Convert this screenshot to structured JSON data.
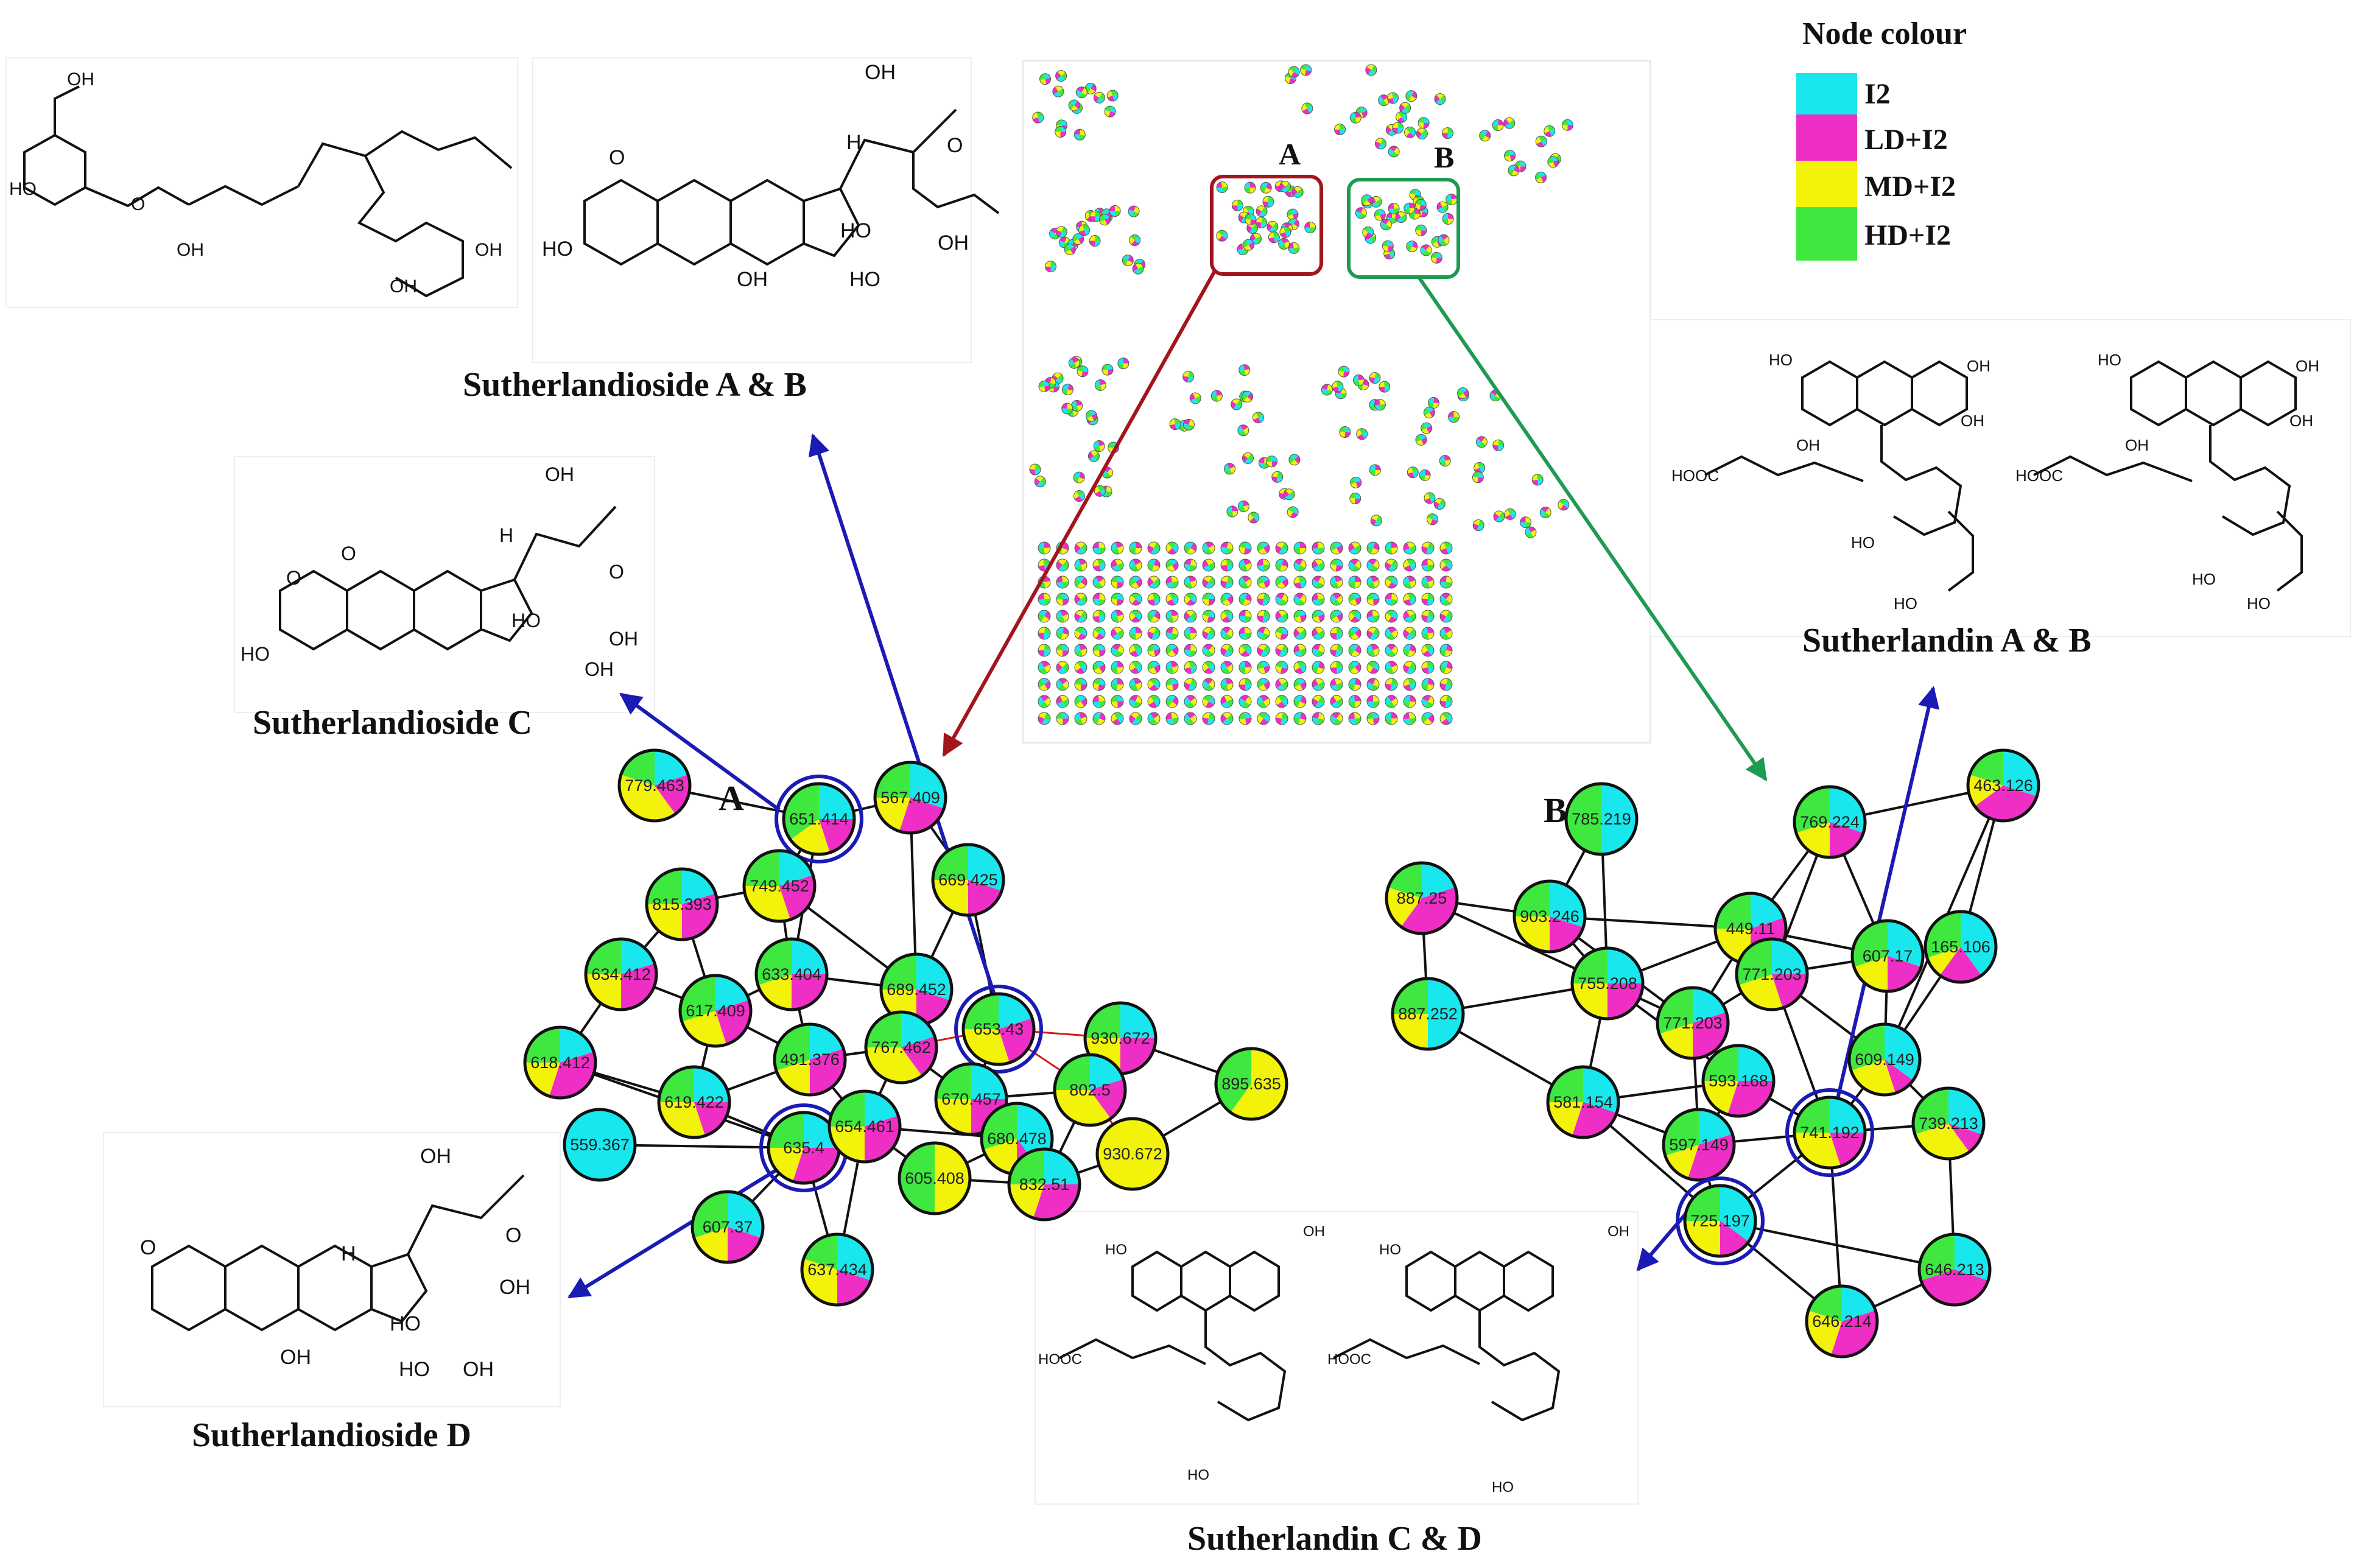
{
  "legend": {
    "title": "Node colour",
    "items": [
      {
        "label": "I2",
        "color": "#18e8ee"
      },
      {
        "label": "LD+I2",
        "color": "#ee2ec4"
      },
      {
        "label": "MD+I2",
        "color": "#f3f30a"
      },
      {
        "label": "HD+I2",
        "color": "#3fe83f"
      }
    ]
  },
  "overview": {
    "box_a_label": "A",
    "box_b_label": "B",
    "box_a_color": "#a3151c",
    "box_b_color": "#1e9a52"
  },
  "cluster_a": {
    "label": "A",
    "nodes": [
      {
        "id": "a1",
        "label": "779.463",
        "fr": [
          0.2,
          0.2,
          0.4,
          0.2
        ]
      },
      {
        "id": "a2",
        "label": "651.414",
        "fr": [
          0.25,
          0.2,
          0.2,
          0.35
        ],
        "hl": true
      },
      {
        "id": "a3",
        "label": "567.409",
        "fr": [
          0.3,
          0.25,
          0.2,
          0.25
        ]
      },
      {
        "id": "a4",
        "label": "815.393",
        "fr": [
          0.2,
          0.3,
          0.25,
          0.25
        ]
      },
      {
        "id": "a5",
        "label": "749.452",
        "fr": [
          0.2,
          0.25,
          0.3,
          0.25
        ]
      },
      {
        "id": "a6",
        "label": "669.425",
        "fr": [
          0.3,
          0.2,
          0.25,
          0.25
        ]
      },
      {
        "id": "a7",
        "label": "633.404",
        "fr": [
          0.25,
          0.25,
          0.2,
          0.3
        ]
      },
      {
        "id": "a8",
        "label": "634.412",
        "fr": [
          0.2,
          0.3,
          0.25,
          0.25
        ]
      },
      {
        "id": "a9",
        "label": "689.452",
        "fr": [
          0.3,
          0.2,
          0.25,
          0.25
        ]
      },
      {
        "id": "a10",
        "label": "617.409",
        "fr": [
          0.2,
          0.25,
          0.25,
          0.3
        ]
      },
      {
        "id": "a11",
        "label": "653.43",
        "fr": [
          0.2,
          0.25,
          0.3,
          0.25
        ],
        "hl": true
      },
      {
        "id": "a12",
        "label": "618.412",
        "fr": [
          0.2,
          0.35,
          0.2,
          0.25
        ]
      },
      {
        "id": "a13",
        "label": "619.422",
        "fr": [
          0.25,
          0.2,
          0.3,
          0.25
        ]
      },
      {
        "id": "a14",
        "label": "491.376",
        "fr": [
          0.2,
          0.3,
          0.2,
          0.3
        ]
      },
      {
        "id": "a15",
        "label": "767.462",
        "fr": [
          0.2,
          0.2,
          0.35,
          0.25
        ]
      },
      {
        "id": "a16",
        "label": "930.672",
        "fr": [
          0.25,
          0.25,
          0.25,
          0.25
        ]
      },
      {
        "id": "a17",
        "label": "895.635",
        "fr": [
          0.0,
          0.0,
          0.6,
          0.4
        ]
      },
      {
        "id": "a18",
        "label": "670.457",
        "fr": [
          0.25,
          0.25,
          0.25,
          0.25
        ]
      },
      {
        "id": "a19",
        "label": "802.5",
        "fr": [
          0.2,
          0.2,
          0.35,
          0.25
        ]
      },
      {
        "id": "a20",
        "label": "559.367",
        "fr": [
          1.0,
          0.0,
          0.0,
          0.0
        ]
      },
      {
        "id": "a21",
        "label": "635.4",
        "fr": [
          0.25,
          0.3,
          0.2,
          0.25
        ],
        "hl": true
      },
      {
        "id": "a22",
        "label": "654.461",
        "fr": [
          0.2,
          0.3,
          0.25,
          0.25
        ]
      },
      {
        "id": "a23",
        "label": "680.478",
        "fr": [
          0.4,
          0.1,
          0.2,
          0.3
        ]
      },
      {
        "id": "a24",
        "label": "930.672",
        "fr": [
          0.0,
          0.0,
          1.0,
          0.0
        ]
      },
      {
        "id": "a25",
        "label": "605.408",
        "fr": [
          0.0,
          0.0,
          0.5,
          0.5
        ]
      },
      {
        "id": "a26",
        "label": "832.51",
        "fr": [
          0.25,
          0.3,
          0.2,
          0.25
        ]
      },
      {
        "id": "a27",
        "label": "607.37",
        "fr": [
          0.3,
          0.2,
          0.2,
          0.3
        ]
      },
      {
        "id": "a28",
        "label": "637.434",
        "fr": [
          0.3,
          0.2,
          0.3,
          0.2
        ]
      }
    ]
  },
  "cluster_b": {
    "label": "B",
    "nodes": [
      {
        "id": "b1",
        "label": "785.219",
        "fr": [
          0.5,
          0.0,
          0.0,
          0.5
        ]
      },
      {
        "id": "b2",
        "label": "769.224",
        "fr": [
          0.3,
          0.2,
          0.2,
          0.3
        ]
      },
      {
        "id": "b3",
        "label": "463.126",
        "fr": [
          0.3,
          0.35,
          0.15,
          0.2
        ]
      },
      {
        "id": "b4",
        "label": "887.25",
        "fr": [
          0.2,
          0.4,
          0.2,
          0.2
        ]
      },
      {
        "id": "b5",
        "label": "903.246",
        "fr": [
          0.3,
          0.2,
          0.25,
          0.25
        ]
      },
      {
        "id": "b6",
        "label": "449.11",
        "fr": [
          0.2,
          0.3,
          0.25,
          0.25
        ]
      },
      {
        "id": "b7",
        "label": "607.17",
        "fr": [
          0.3,
          0.2,
          0.2,
          0.3
        ]
      },
      {
        "id": "b8",
        "label": "165.106",
        "fr": [
          0.4,
          0.2,
          0.1,
          0.3
        ]
      },
      {
        "id": "b9",
        "label": "755.208",
        "fr": [
          0.25,
          0.25,
          0.25,
          0.25
        ]
      },
      {
        "id": "b10",
        "label": "771.203",
        "fr": [
          0.25,
          0.2,
          0.25,
          0.3
        ]
      },
      {
        "id": "b11",
        "label": "771.203",
        "fr": [
          0.2,
          0.3,
          0.2,
          0.3
        ]
      },
      {
        "id": "b12",
        "label": "887.252",
        "fr": [
          0.5,
          0.0,
          0.25,
          0.25
        ]
      },
      {
        "id": "b13",
        "label": "609.149",
        "fr": [
          0.35,
          0.1,
          0.25,
          0.3
        ]
      },
      {
        "id": "b14",
        "label": "593.168",
        "fr": [
          0.25,
          0.3,
          0.2,
          0.25
        ]
      },
      {
        "id": "b15",
        "label": "581.154",
        "fr": [
          0.3,
          0.25,
          0.2,
          0.25
        ]
      },
      {
        "id": "b16",
        "label": "597.149",
        "fr": [
          0.2,
          0.35,
          0.15,
          0.3
        ]
      },
      {
        "id": "b17",
        "label": "741.192",
        "fr": [
          0.25,
          0.2,
          0.3,
          0.25
        ],
        "hl": true
      },
      {
        "id": "b18",
        "label": "739.213",
        "fr": [
          0.3,
          0.1,
          0.3,
          0.3
        ]
      },
      {
        "id": "b19",
        "label": "725.197",
        "fr": [
          0.35,
          0.15,
          0.25,
          0.25
        ],
        "hl": true
      },
      {
        "id": "b20",
        "label": "646.213",
        "fr": [
          0.3,
          0.4,
          0.0,
          0.3
        ]
      },
      {
        "id": "b21",
        "label": "646.214",
        "fr": [
          0.2,
          0.35,
          0.25,
          0.2
        ]
      }
    ]
  },
  "compounds": {
    "sutherlandioside_ab": "Sutherlandioside A & B",
    "sutherlandioside_c": "Sutherlandioside C",
    "sutherlandioside_d": "Sutherlandioside D",
    "sutherlandin_ab": "Sutherlandin A & B",
    "sutherlandin_cd": "Sutherlandin C & D"
  },
  "chem_atoms": {
    "oh": "OH",
    "ho": "HO",
    "o": "O",
    "h": "H",
    "hooc": "HOOC"
  }
}
